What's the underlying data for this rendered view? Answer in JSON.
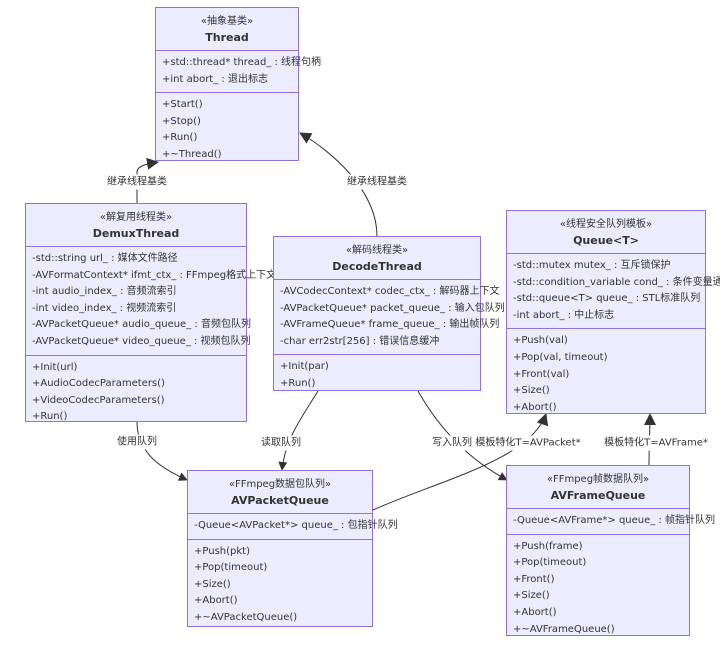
{
  "classes": {
    "thread": {
      "stereotype": "«抽象基类»",
      "name": "Thread",
      "attributes": [
        "+std::thread* thread_ : 线程句柄",
        "+int abort_ : 退出标志"
      ],
      "methods": [
        "+Start()",
        "+Stop()",
        "+Run()",
        "+~Thread()"
      ]
    },
    "demux": {
      "stereotype": "«解复用线程类»",
      "name": "DemuxThread",
      "attributes": [
        "-std::string url_ : 媒体文件路径",
        "-AVFormatContext* ifmt_ctx_ : FFmpeg格式上下文",
        "-int audio_index_ : 音频流索引",
        "-int video_index_ : 视频流索引",
        "-AVPacketQueue* audio_queue_ : 音频包队列",
        "-AVPacketQueue* video_queue_ : 视频包队列"
      ],
      "methods": [
        "+Init(url)",
        "+AudioCodecParameters()",
        "+VideoCodecParameters()",
        "+Run()"
      ]
    },
    "decode": {
      "stereotype": "«解码线程类»",
      "name": "DecodeThread",
      "attributes": [
        "-AVCodecContext* codec_ctx_ : 解码器上下文",
        "-AVPacketQueue* packet_queue_ : 输入包队列",
        "-AVFrameQueue* frame_queue_ : 输出帧队列",
        "-char err2str[256] : 错误信息缓冲"
      ],
      "methods": [
        "+Init(par)",
        "+Run()"
      ]
    },
    "queue": {
      "stereotype": "«线程安全队列模板»",
      "name": "Queue<T>",
      "attributes": [
        "-std::mutex mutex_ : 互斥锁保护",
        "-std::condition_variable cond_ : 条件变量通知",
        "-std::queue<T> queue_ : STL标准队列",
        "-int abort_ : 中止标志"
      ],
      "methods": [
        "+Push(val)",
        "+Pop(val, timeout)",
        "+Front(val)",
        "+Size()",
        "+Abort()"
      ]
    },
    "packet_queue": {
      "stereotype": "«FFmpeg数据包队列»",
      "name": "AVPacketQueue",
      "attributes": [
        "-Queue<AVPacket*> queue_ : 包指针队列"
      ],
      "methods": [
        "+Push(pkt)",
        "+Pop(timeout)",
        "+Size()",
        "+Abort()",
        "+~AVPacketQueue()"
      ]
    },
    "frame_queue": {
      "stereotype": "«FFmpeg帧数据队列»",
      "name": "AVFrameQueue",
      "attributes": [
        "-Queue<AVFrame*> queue_ : 帧指针队列"
      ],
      "methods": [
        "+Push(frame)",
        "+Pop(timeout)",
        "+Front()",
        "+Size()",
        "+Abort()",
        "+~AVFrameQueue()"
      ]
    }
  },
  "edges": {
    "demux_inherit": "继承线程基类",
    "decode_inherit": "继承线程基类",
    "demux_uses": "使用队列",
    "decode_reads": "读取队列",
    "decode_writes": "写入队列",
    "packet_specialize": "模板特化T=AVPacket*",
    "frame_specialize": "模板特化T=AVFrame*"
  },
  "colors": {
    "node_fill": "#ececff",
    "node_border": "#9370db",
    "edge": "#333333",
    "label_bg": "#ffffff"
  }
}
